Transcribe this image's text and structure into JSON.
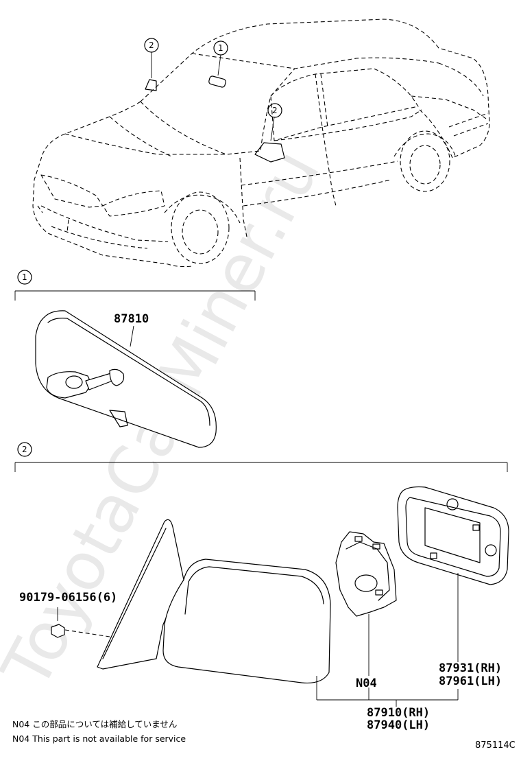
{
  "callouts": {
    "one": "1",
    "two": "2"
  },
  "parts": {
    "inner_mirror": "87810",
    "screw": "90179-06156(6)",
    "n04": "N04",
    "cover_rh": "87931(RH)",
    "cover_lh": "87961(LH)",
    "assy_rh": "87910(RH)",
    "assy_lh": "87940(LH)"
  },
  "notes": {
    "jp": "N04 この部品については補給していません",
    "en": "N04 This part is not available for service"
  },
  "diagram_code": "875114C",
  "watermark": "ToyotaCarMiner.ru"
}
